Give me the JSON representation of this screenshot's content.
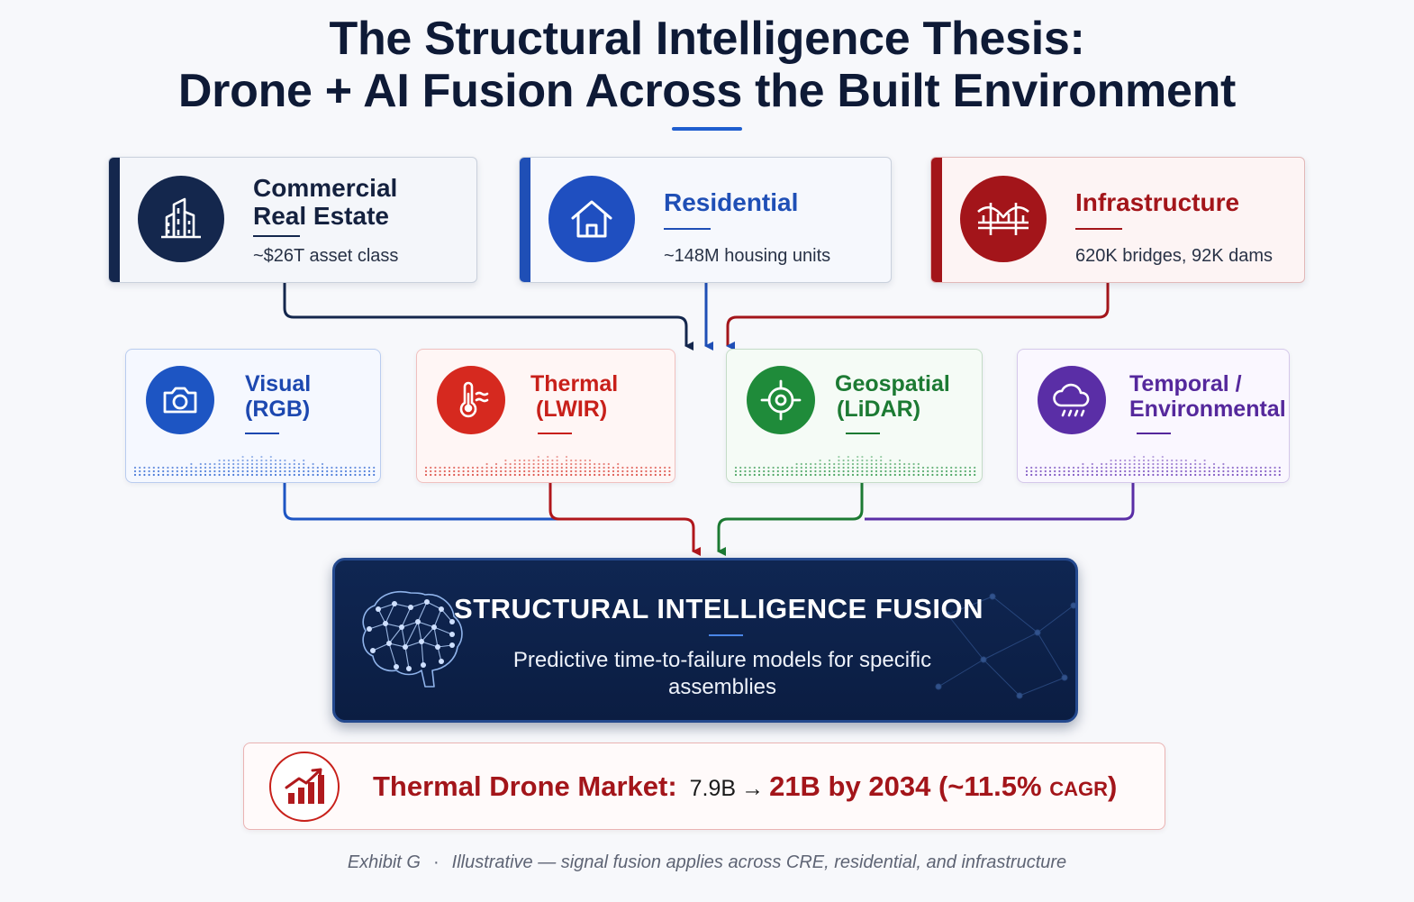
{
  "title": {
    "line1": "The Structural Intelligence Thesis:",
    "line2": "Drone + AI Fusion Across the Built Environment"
  },
  "sectors": [
    {
      "title_line1": "Commercial",
      "title_line2": "Real Estate",
      "subtitle": "~$26T asset class",
      "icon": "buildings-icon",
      "color": "#14274d"
    },
    {
      "title": "Residential",
      "subtitle": "~148M housing units",
      "icon": "house-icon",
      "color": "#1f4fb6"
    },
    {
      "title": "Infrastructure",
      "subtitle": "620K bridges, 92K dams",
      "icon": "bridge-icon",
      "color": "#a3151a"
    }
  ],
  "signals": [
    {
      "line1": "Visual",
      "line2": "(RGB)",
      "icon": "camera-icon",
      "color": "#1d55c3"
    },
    {
      "line1": "Thermal",
      "line2": "(LWIR)",
      "icon": "thermometer-icon",
      "color": "#d6291f"
    },
    {
      "line1": "Geospatial",
      "line2": "(LiDAR)",
      "icon": "crosshair-icon",
      "color": "#1f8b3a"
    },
    {
      "line1": "Temporal /",
      "line2": "Environmental",
      "icon": "cloud-rain-icon",
      "color": "#5a2ea6"
    }
  ],
  "fusion": {
    "title": "STRUCTURAL INTELLIGENCE FUSION",
    "description": "Predictive time-to-failure models for specific assemblies",
    "icon": "brain-network-icon"
  },
  "market": {
    "label": "Thermal Drone Market:",
    "from": "7.9B",
    "arrow": "→",
    "to": "21B by 2034",
    "cagr_open": "(~11.5%",
    "cagr_unit": "CAGR",
    "cagr_close": ")",
    "icon": "chart-growth-icon"
  },
  "footer": {
    "exhibit": "Exhibit G",
    "separator": "·",
    "note": "Illustrative — signal fusion applies across CRE, residential, and infrastructure"
  }
}
